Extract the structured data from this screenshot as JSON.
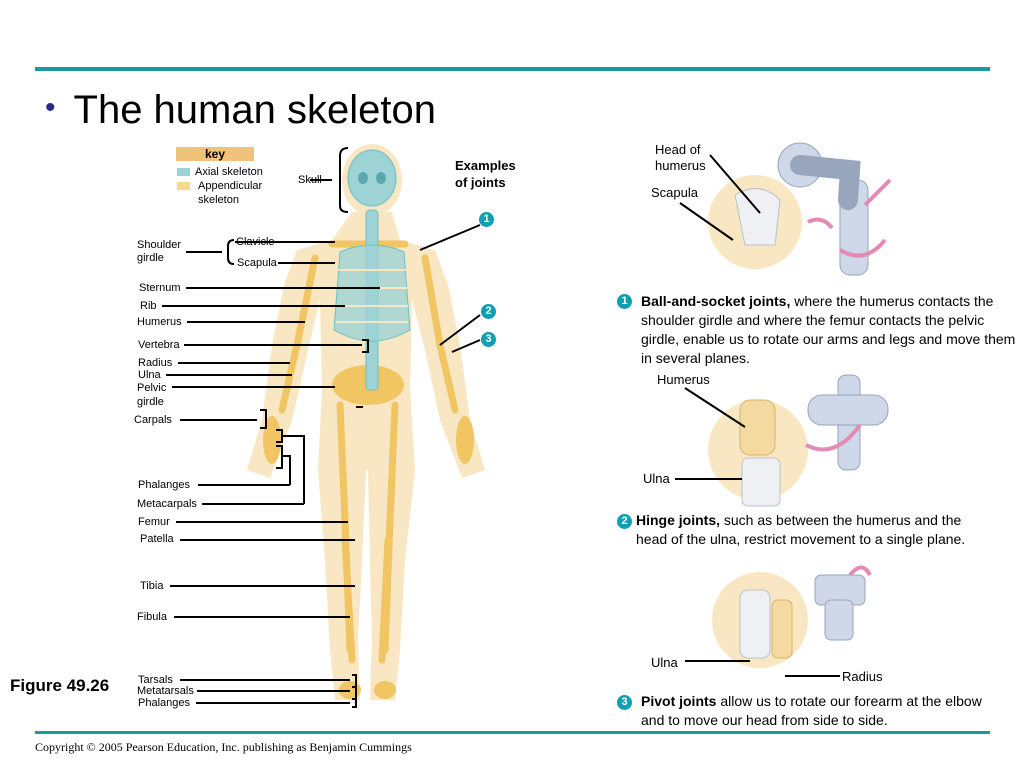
{
  "slide": {
    "title": "The human skeleton",
    "figure_label": "Figure 49.26",
    "copyright": "Copyright © 2005 Pearson Education, Inc. publishing as Benjamin Cummings"
  },
  "key": {
    "title": "key",
    "axial": "Axial skeleton",
    "appendicular_1": "Appendicular",
    "appendicular_2": "skeleton",
    "axial_color": "#9ed3d6",
    "appendicular_color": "#f6d98a"
  },
  "labels": {
    "skull": "Skull",
    "examples_1": "Examples",
    "examples_2": "of joints",
    "shoulder_1": "Shoulder",
    "shoulder_2": "girdle",
    "clavicle": "Clavicle",
    "scapula": "Scapula",
    "sternum": "Sternum",
    "rib": "Rib",
    "humerus": "Humerus",
    "vertebra": "Vertebra",
    "radius": "Radius",
    "ulna": "Ulna",
    "pelvic_1": "Pelvic",
    "pelvic_2": "girdle",
    "carpals": "Carpals",
    "phalanges": "Phalanges",
    "metacarpals": "Metacarpals",
    "femur": "Femur",
    "patella": "Patella",
    "tibia": "Tibia",
    "fibula": "Fibula",
    "tarsals": "Tarsals",
    "metatarsals": "Metatarsals",
    "phalanges_foot": "Phalanges"
  },
  "joints": {
    "n1": "1",
    "n2": "2",
    "n3": "3",
    "ball_head_1": "Head of",
    "ball_head_2": "humerus",
    "ball_scapula": "Scapula",
    "ball_title": "Ball-and-socket joints,",
    "ball_text": " where the humerus contacts the shoulder girdle and where the femur contacts the pelvic girdle, enable us to rotate our arms and legs and move them in several planes.",
    "hinge_humerus": "Humerus",
    "hinge_ulna": "Ulna",
    "hinge_title": "Hinge joints,",
    "hinge_text": " such as between the humerus and the head of the ulna, restrict movement to a single plane.",
    "pivot_ulna": "Ulna",
    "pivot_radius": "Radius",
    "pivot_title": "Pivot joints",
    "pivot_text": " allow us to rotate our forearm at the elbow and to move our head from side to side."
  }
}
